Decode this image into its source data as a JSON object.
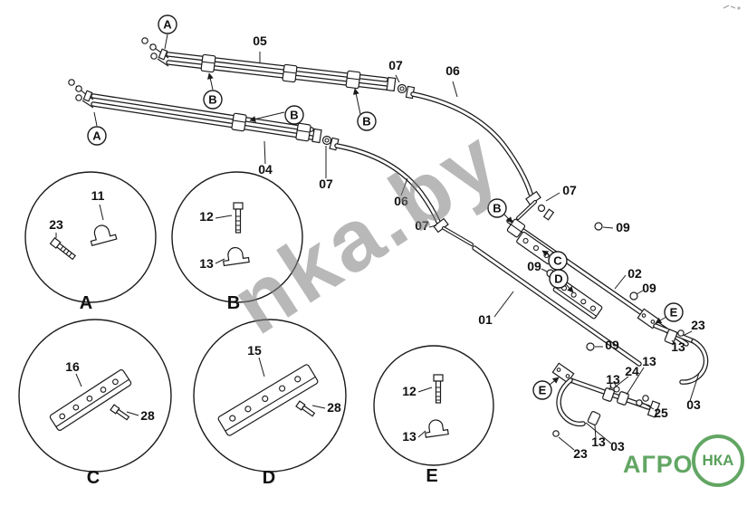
{
  "watermark": {
    "text": "nka.by"
  },
  "logo": {
    "agro": "АГРО",
    "nka": "НКА",
    "color": "#469648"
  },
  "callouts": {
    "c05": "05",
    "c07_top": "07",
    "c06_top": "06",
    "c04": "04",
    "c07_mid": "07",
    "c06_mid": "06",
    "c07_low": "07",
    "c07_right": "07",
    "c09_1": "09",
    "c09_2": "09",
    "c02": "02",
    "c09_3": "09",
    "c01": "01",
    "c23_r": "23",
    "c09_4": "09",
    "c13_r1": "13",
    "c13_r2": "13",
    "c24": "24",
    "c13_r3": "13",
    "c25": "25",
    "c03_r": "03",
    "c13_b": "13",
    "c03_b": "03",
    "c23_b": "23"
  },
  "circled_letters": {
    "a1": "A",
    "a2": "A",
    "b1": "B",
    "b2": "B",
    "b3": "B",
    "b4": "B",
    "c1": "C",
    "d1": "D",
    "e1": "E",
    "e2": "E"
  },
  "details": {
    "A": {
      "letter": "A",
      "part1": "23",
      "part2": "11"
    },
    "B": {
      "letter": "B",
      "part1": "12",
      "part2": "13"
    },
    "C": {
      "letter": "C",
      "part1": "16",
      "part2": "28"
    },
    "D": {
      "letter": "D",
      "part1": "15",
      "part2": "28"
    },
    "E": {
      "letter": "E",
      "part1": "12",
      "part2": "13"
    }
  }
}
